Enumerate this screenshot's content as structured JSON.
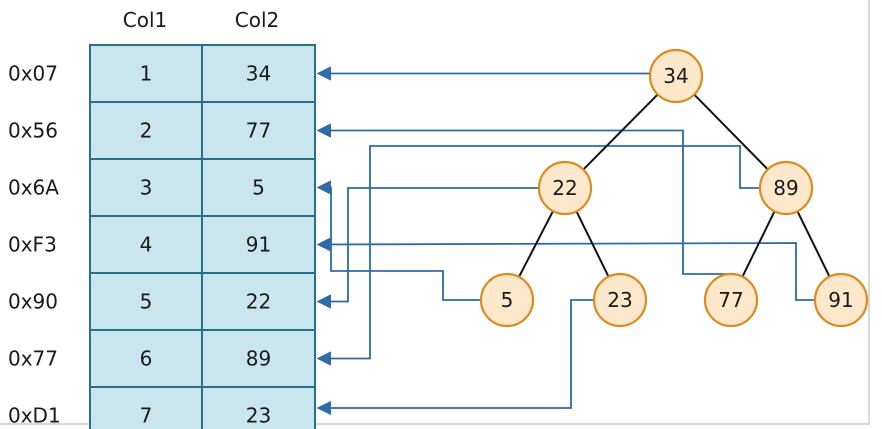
{
  "columns": [
    "Col1",
    "Col2"
  ],
  "rows": [
    {
      "address": "0x07",
      "col1": "1",
      "col2": "34"
    },
    {
      "address": "0x56",
      "col1": "2",
      "col2": "77"
    },
    {
      "address": "0x6A",
      "col1": "3",
      "col2": "5"
    },
    {
      "address": "0xF3",
      "col1": "4",
      "col2": "91"
    },
    {
      "address": "0x90",
      "col1": "5",
      "col2": "22"
    },
    {
      "address": "0x77",
      "col1": "6",
      "col2": "89"
    },
    {
      "address": "0xD1",
      "col1": "7",
      "col2": "23"
    }
  ],
  "tree": {
    "nodes": [
      {
        "id": "n34",
        "label": "34"
      },
      {
        "id": "n22",
        "label": "22"
      },
      {
        "id": "n89",
        "label": "89"
      },
      {
        "id": "n5",
        "label": "5"
      },
      {
        "id": "n23",
        "label": "23"
      },
      {
        "id": "n77",
        "label": "77"
      },
      {
        "id": "n91",
        "label": "91"
      }
    ],
    "edges": [
      {
        "from": "n34",
        "to": "n22"
      },
      {
        "from": "n34",
        "to": "n89"
      },
      {
        "from": "n22",
        "to": "n5"
      },
      {
        "from": "n22",
        "to": "n23"
      },
      {
        "from": "n89",
        "to": "n77"
      },
      {
        "from": "n89",
        "to": "n91"
      }
    ],
    "pointers": [
      {
        "from": "n34",
        "to_address": "0x07"
      },
      {
        "from": "n77",
        "to_address": "0x56"
      },
      {
        "from": "n5",
        "to_address": "0x6A"
      },
      {
        "from": "n91",
        "to_address": "0xF3"
      },
      {
        "from": "n89",
        "to_address": "0x77"
      },
      {
        "from": "n22",
        "to_address": "0x90"
      },
      {
        "from": "n23",
        "to_address": "0xD1"
      }
    ]
  },
  "colors": {
    "cell_fill": "#c9e6ef",
    "cell_border": "#2c6f8c",
    "node_fill": "#fde8cc",
    "node_border": "#e08a1e",
    "pointer_line": "#2e6ba8",
    "tree_edge": "#111111"
  }
}
